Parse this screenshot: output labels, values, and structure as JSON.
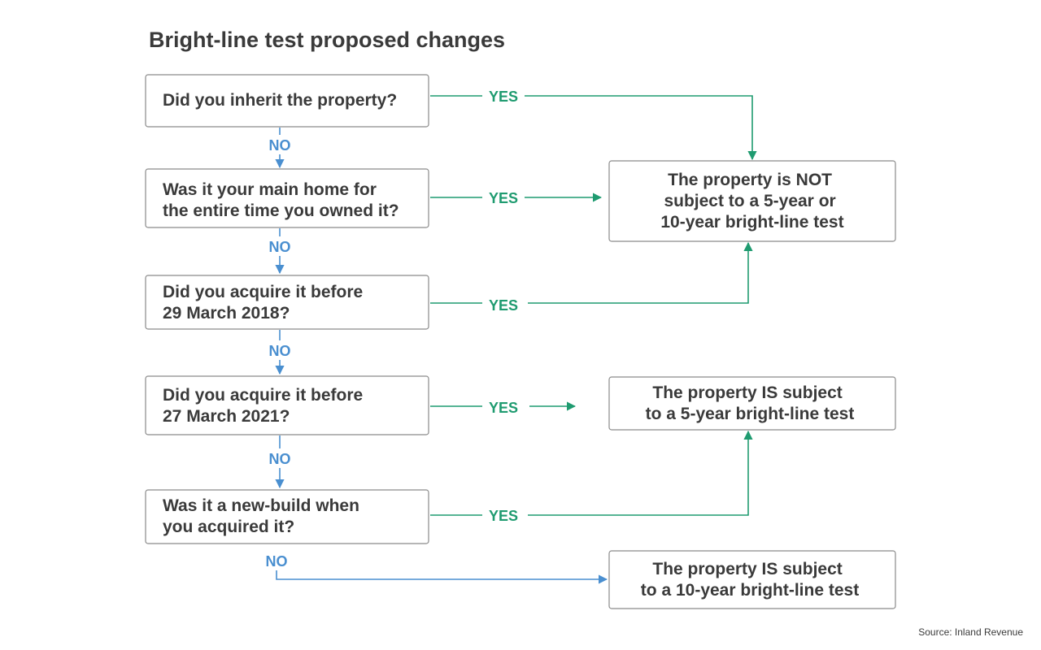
{
  "title": "Bright-line test proposed changes",
  "questions": [
    {
      "lines": [
        "Did you inherit the property?"
      ]
    },
    {
      "lines": [
        "Was it your main home for",
        "the entire time you owned it?"
      ]
    },
    {
      "lines": [
        "Did you acquire it before",
        "29 March 2018?"
      ]
    },
    {
      "lines": [
        "Did you acquire it before",
        "27 March 2021?"
      ]
    },
    {
      "lines": [
        "Was it a new-build when",
        "you acquired it?"
      ]
    }
  ],
  "outcomes": [
    {
      "lines": [
        "The property is NOT",
        "subject to a 5-year or",
        "10-year bright-line test"
      ]
    },
    {
      "lines": [
        "The property IS subject",
        "to a 5-year bright-line test"
      ]
    },
    {
      "lines": [
        "The property IS subject",
        "to a 10-year bright-line test"
      ]
    }
  ],
  "yes_label": "YES",
  "no_label": "NO",
  "source": "Source: Inland Revenue",
  "colors": {
    "yes": "#1f9b70",
    "no": "#4a8fd0",
    "text": "#3a3a3a",
    "box_border": "#8a8a8a"
  }
}
